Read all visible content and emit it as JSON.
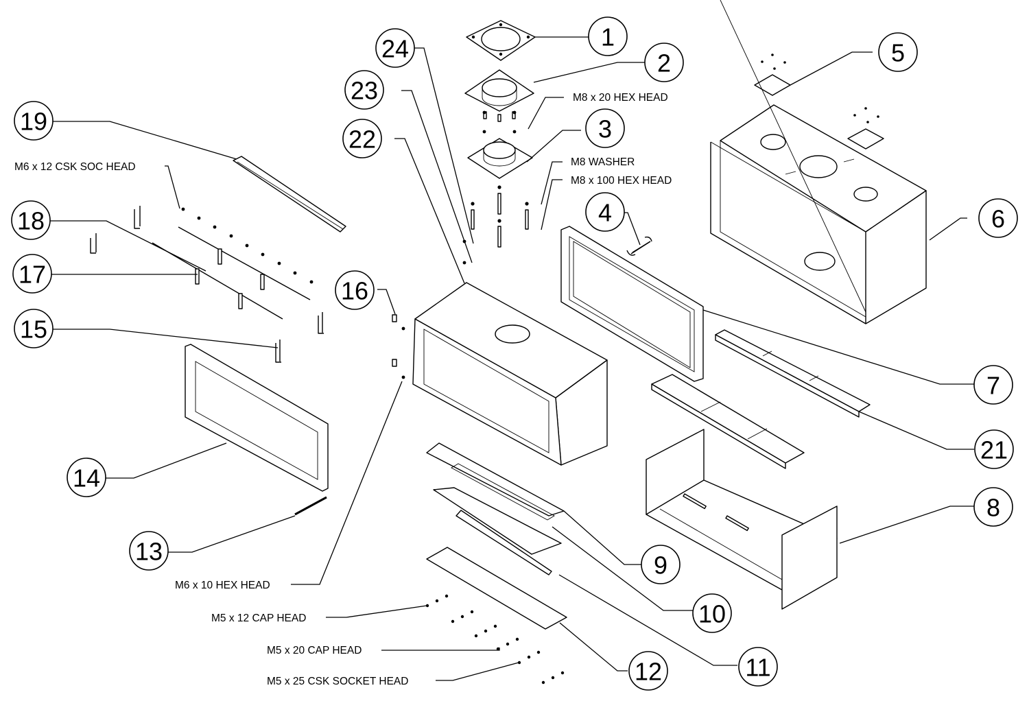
{
  "diagram": {
    "title": "Exploded parts diagram",
    "line_color": "#000000",
    "background_color": "#ffffff",
    "callouts": [
      {
        "id": "1",
        "label": "1"
      },
      {
        "id": "2",
        "label": "2"
      },
      {
        "id": "3",
        "label": "3"
      },
      {
        "id": "4",
        "label": "4"
      },
      {
        "id": "5",
        "label": "5"
      },
      {
        "id": "6",
        "label": "6"
      },
      {
        "id": "7",
        "label": "7"
      },
      {
        "id": "8",
        "label": "8"
      },
      {
        "id": "9",
        "label": "9"
      },
      {
        "id": "10",
        "label": "10"
      },
      {
        "id": "11",
        "label": "11"
      },
      {
        "id": "12",
        "label": "12"
      },
      {
        "id": "13",
        "label": "13"
      },
      {
        "id": "14",
        "label": "14"
      },
      {
        "id": "15",
        "label": "15"
      },
      {
        "id": "16",
        "label": "16"
      },
      {
        "id": "17",
        "label": "17"
      },
      {
        "id": "18",
        "label": "18"
      },
      {
        "id": "19",
        "label": "19"
      },
      {
        "id": "21",
        "label": "21"
      },
      {
        "id": "22",
        "label": "22"
      },
      {
        "id": "23",
        "label": "23"
      },
      {
        "id": "24",
        "label": "24"
      }
    ],
    "fastener_labels": {
      "m8x20": "M8 x 20 HEX HEAD",
      "m8washer": "M8 WASHER",
      "m8x100": "M8 x 100 HEX HEAD",
      "m6x12": "M6  x 12 CSK SOC HEAD",
      "m6x10": "M6 x 10 HEX  HEAD",
      "m5x12": "M5 x 12 CAP HEAD",
      "m5x20": "M5 x 20 CAP HEAD",
      "m5x25": "M5 x 25 CSK SOCKET HEAD"
    }
  }
}
